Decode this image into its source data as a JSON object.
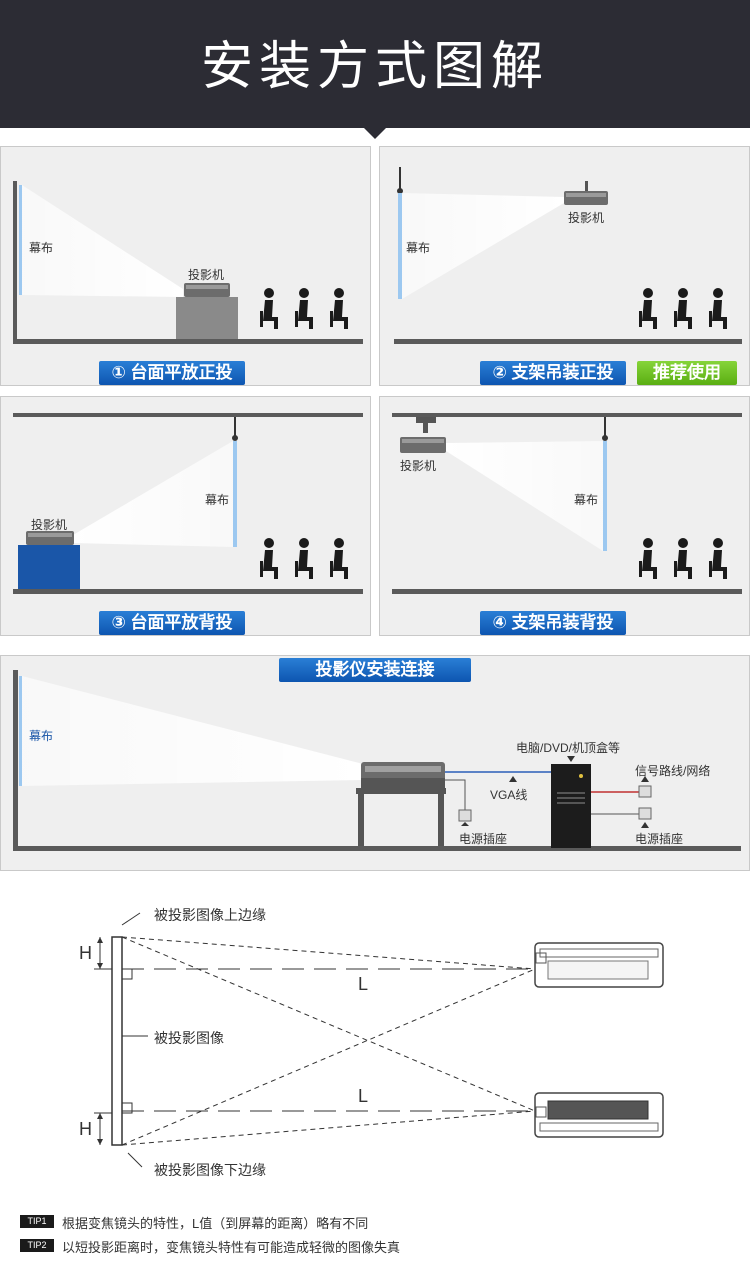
{
  "header": {
    "title": "安装方式图解"
  },
  "labels": {
    "screen": "幕布",
    "projector": "投影机"
  },
  "panels": [
    {
      "badge": "① 台面平放正投"
    },
    {
      "badge": "② 支架吊装正投",
      "extra_badge": "推荐使用"
    },
    {
      "badge": "③ 台面平放背投"
    },
    {
      "badge": "④ 支架吊装背投"
    }
  ],
  "connection": {
    "title": "投影仪安装连接",
    "screen": "幕布",
    "computer": "电脑/DVD/机顶盒等",
    "vga": "VGA线",
    "power_left": "电源插座",
    "signal": "信号路线/网络",
    "power_right": "电源插座"
  },
  "distance": {
    "top_edge": "被投影图像上边缘",
    "image": "被投影图像",
    "bottom_edge": "被投影图像下边缘",
    "h": "H",
    "l": "L"
  },
  "tips": [
    {
      "tag": "TIP1",
      "text": "根据变焦镜头的特性，L值（到屏幕的距离）略有不同"
    },
    {
      "tag": "TIP2",
      "text": "以短投影距离时，变焦镜头特性有可能造成轻微的图像失真"
    }
  ]
}
